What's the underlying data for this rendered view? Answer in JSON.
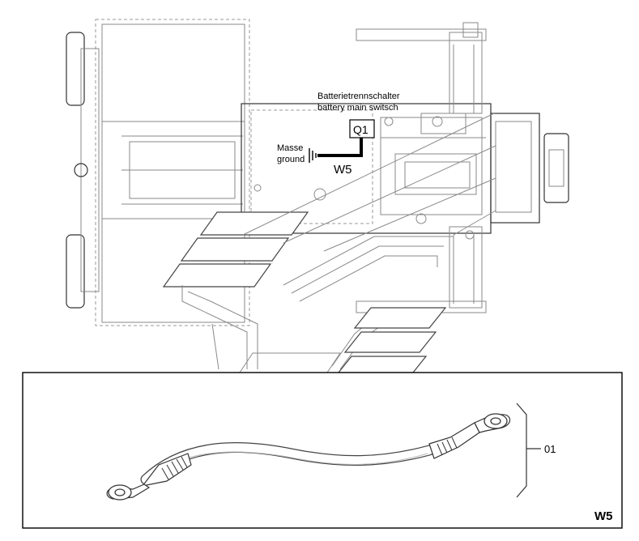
{
  "callouts": {
    "switch_de": "Batterietrennschalter",
    "switch_en": "battery main switsch",
    "switch_tag": "Q1",
    "ground_de": "Masse",
    "ground_en": "ground",
    "cable_tag": "W5"
  },
  "detail": {
    "part_number": "01",
    "view_tag": "W5"
  },
  "colors": {
    "line": "#333333",
    "hidden_line": "#9a9a9a",
    "cable_highlight": "#000000"
  }
}
